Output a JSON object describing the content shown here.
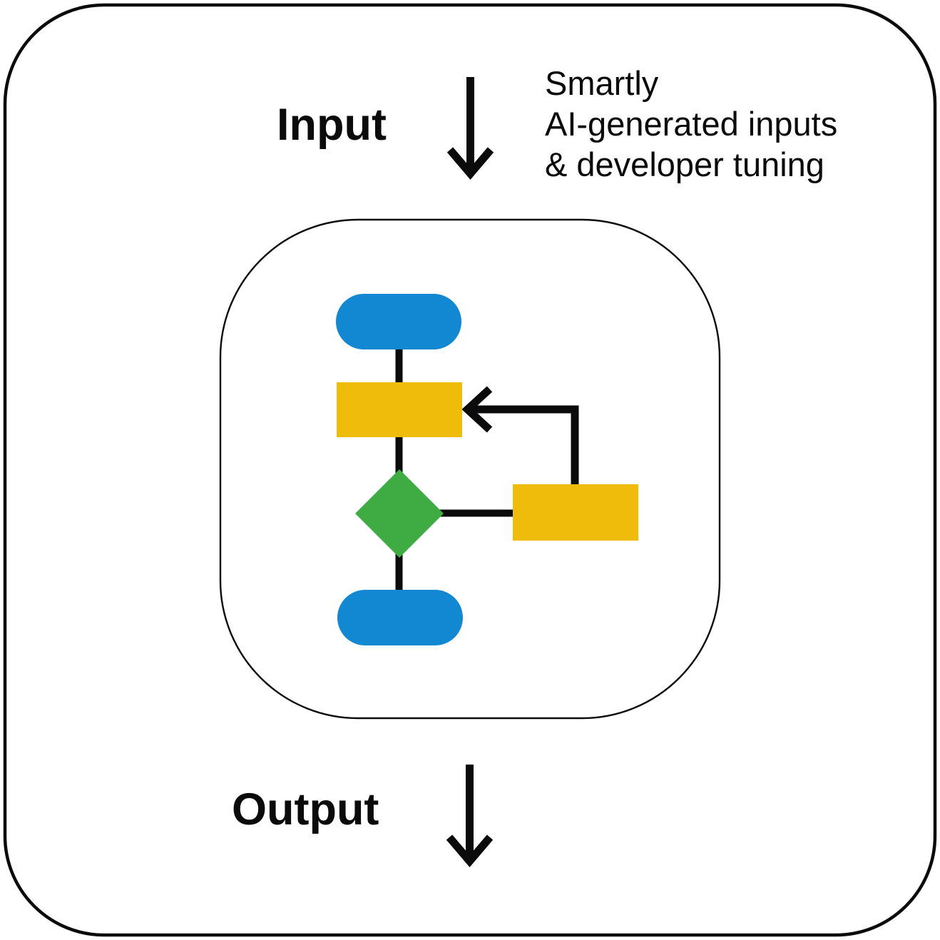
{
  "page": {
    "background": "#ffffff"
  },
  "labels": {
    "input": "Input",
    "output": "Output"
  },
  "annotation": {
    "lines": [
      "Smartly",
      "AI-generated inputs",
      "& developer tuning"
    ]
  },
  "colors": {
    "outline": "#0b0b0b",
    "terminal_blue": "#1287d2",
    "process_yellow": "#f0bc0c",
    "decision_green": "#3fac43"
  },
  "flowchart": {
    "nodes": [
      {
        "id": "start",
        "shape": "pill",
        "color": "terminal_blue"
      },
      {
        "id": "process",
        "shape": "rectangle",
        "color": "process_yellow"
      },
      {
        "id": "decision",
        "shape": "diamond",
        "color": "decision_green"
      },
      {
        "id": "feedback",
        "shape": "rectangle",
        "color": "process_yellow"
      },
      {
        "id": "end",
        "shape": "pill",
        "color": "terminal_blue"
      }
    ],
    "edges": [
      {
        "from": "start",
        "to": "process"
      },
      {
        "from": "process",
        "to": "decision"
      },
      {
        "from": "decision",
        "to": "feedback"
      },
      {
        "from": "feedback",
        "to": "process",
        "arrow": true
      },
      {
        "from": "decision",
        "to": "end"
      }
    ]
  }
}
